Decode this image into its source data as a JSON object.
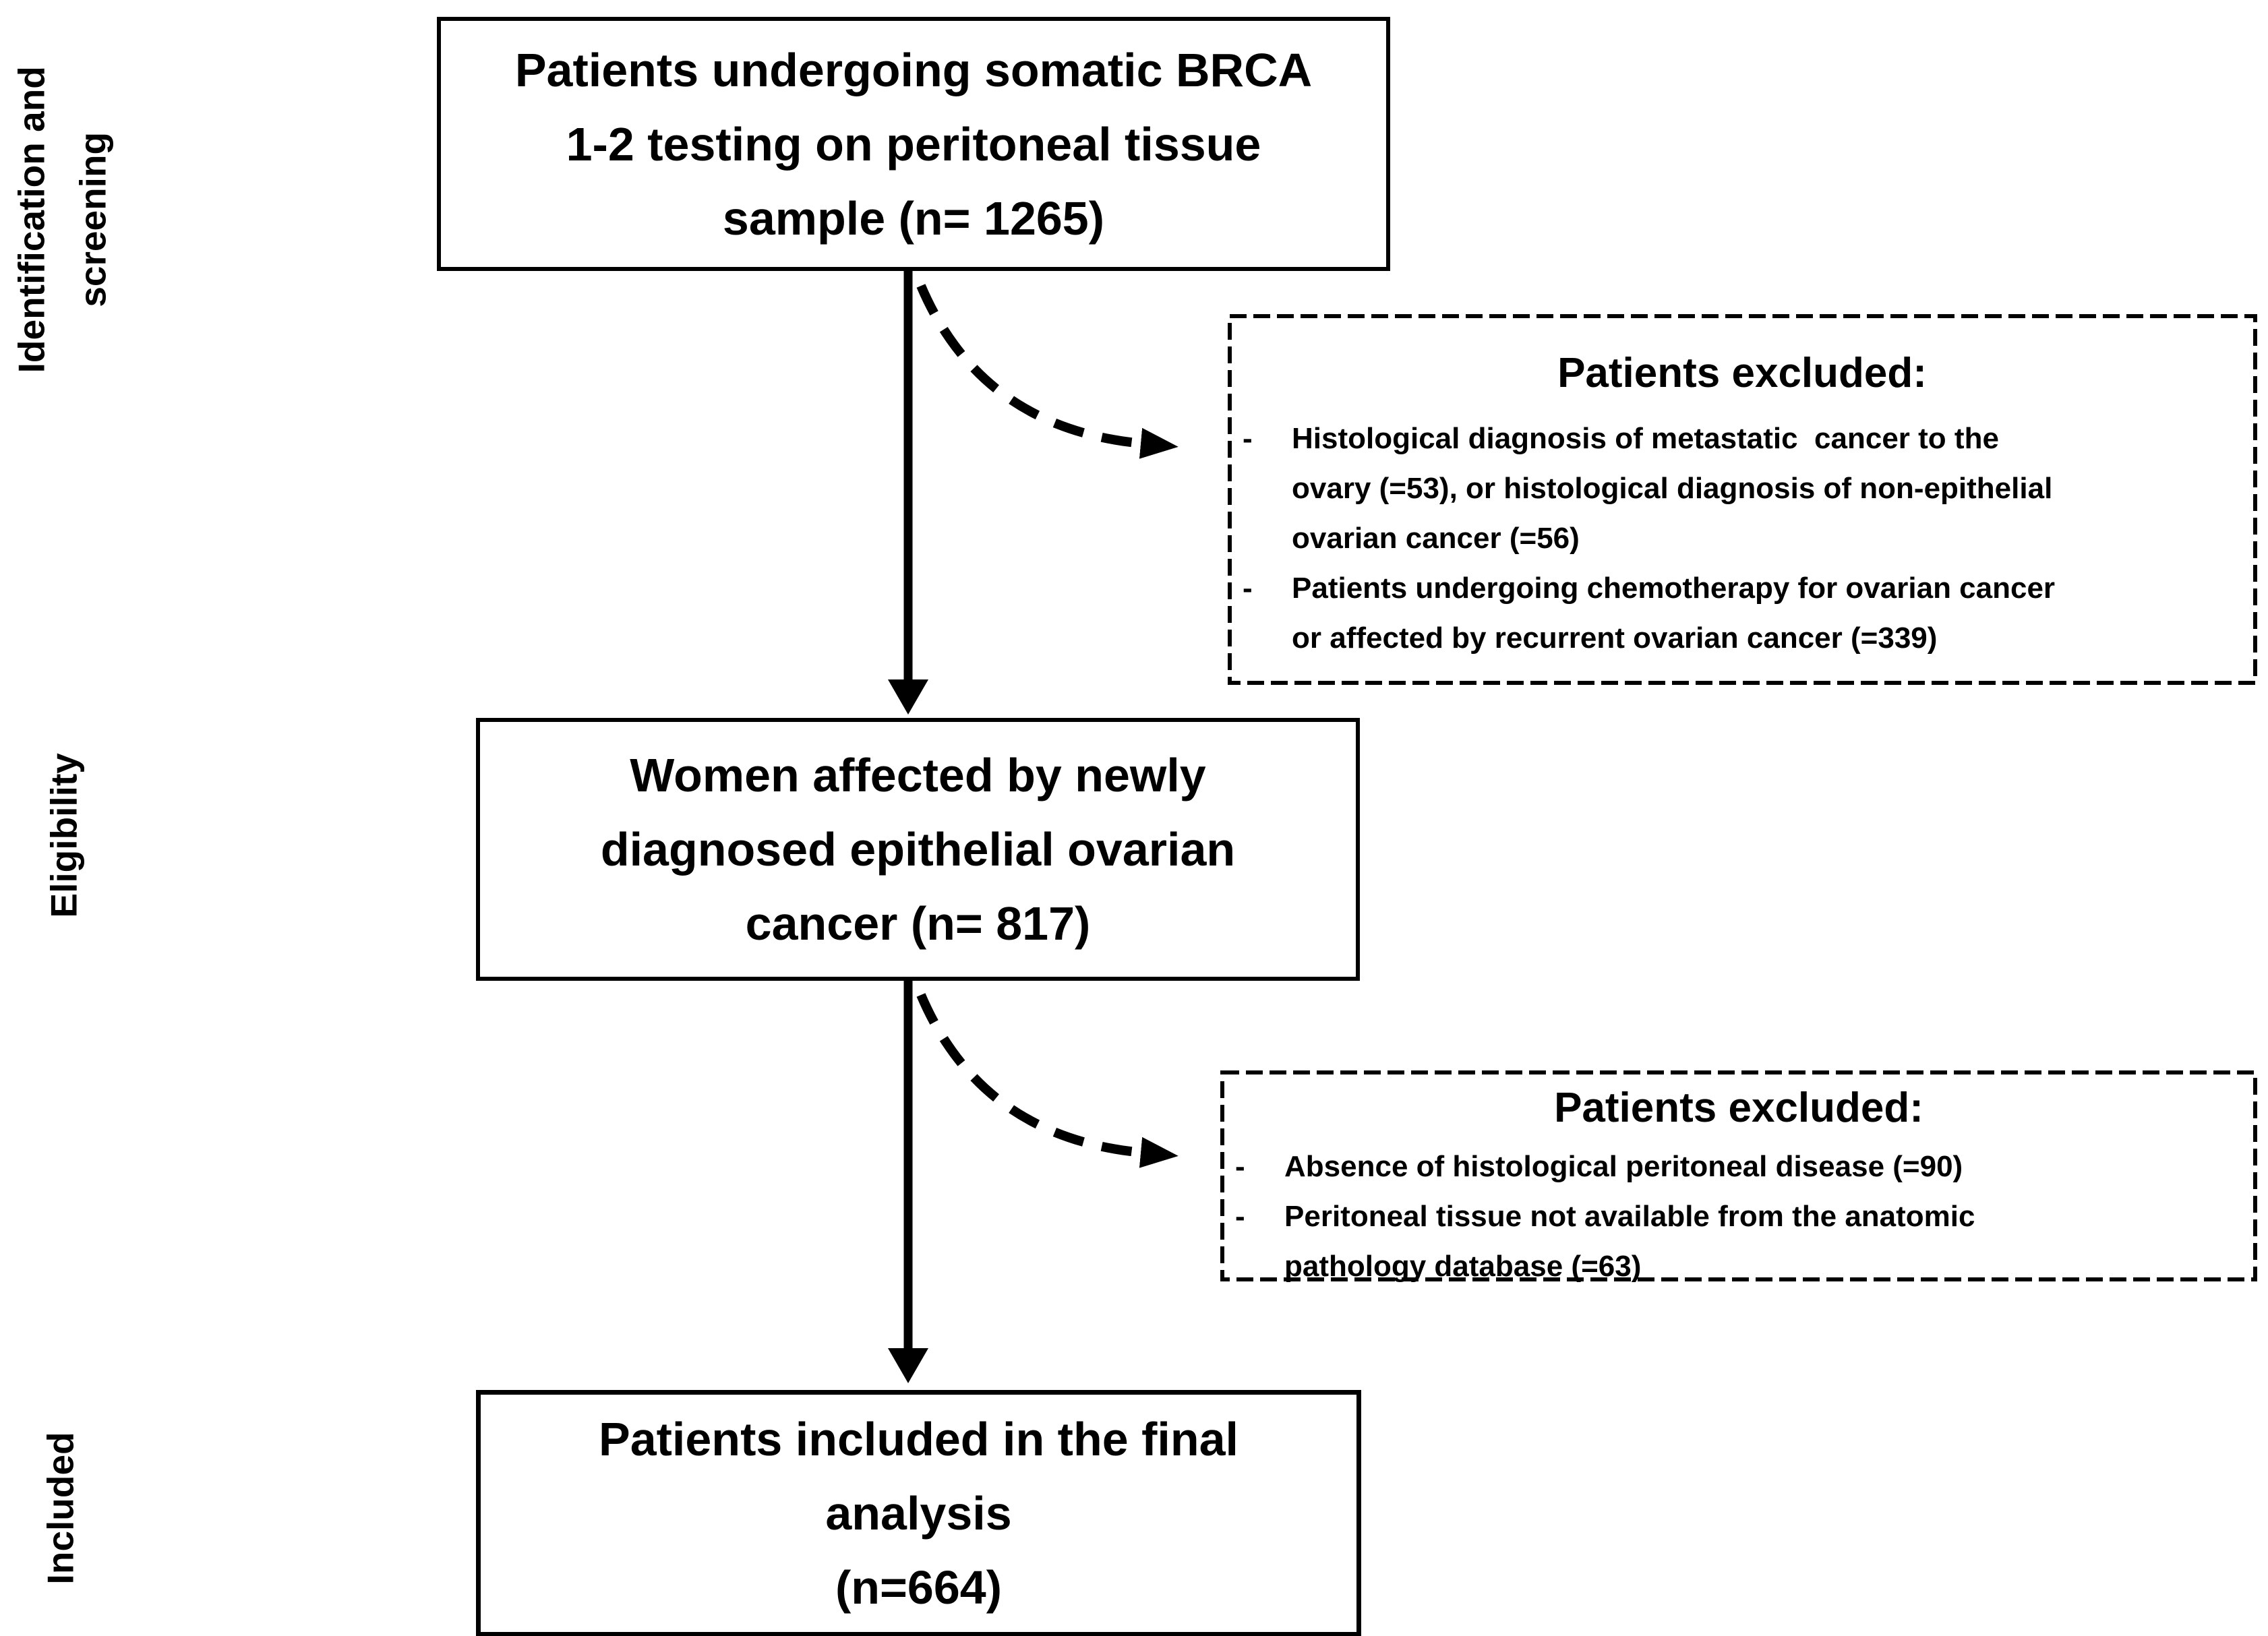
{
  "figure": {
    "background_color": "#ffffff",
    "stroke_color": "#000000",
    "stages": {
      "identification": {
        "label": [
          "Identification and",
          "screening"
        ]
      },
      "eligibility": {
        "label": [
          "Eligibility"
        ]
      },
      "included": {
        "label": [
          "Included"
        ]
      }
    },
    "boxes": {
      "identification": {
        "lines": [
          "Patients undergoing somatic BRCA",
          "1-2 testing on peritoneal tissue"
        ],
        "n_prefix": "sample (n= ",
        "n_value": "1265",
        "n_suffix": ")"
      },
      "excluded1": {
        "title": "Patients excluded:",
        "items": [
          {
            "marker": "-",
            "lines": [
              "Histological diagnosis of metastatic  cancer to the",
              "ovary (=53), or histological diagnosis of non-epithelial",
              "ovarian cancer (=56)"
            ]
          },
          {
            "marker": "-",
            "lines": [
              "Patients undergoing chemotherapy for ovarian cancer",
              "or affected by recurrent ovarian cancer (=339)"
            ]
          }
        ]
      },
      "eligibility": {
        "lines": [
          "Women affected by newly",
          "diagnosed epithelial ovarian"
        ],
        "n_prefix": "cancer (n= ",
        "n_value": "817",
        "n_suffix": ")"
      },
      "excluded2": {
        "title": "Patients excluded:",
        "items": [
          {
            "marker": "-",
            "lines": [
              "Absence of histological peritoneal disease (=90)"
            ]
          },
          {
            "marker": "-",
            "lines": [
              "Peritoneal tissue not available from the anatomic",
              "pathology database (=63)"
            ]
          }
        ]
      },
      "included": {
        "lines": [
          "Patients included in the final",
          "analysis"
        ],
        "n_prefix": "(n=",
        "n_value": "664",
        "n_suffix": ")"
      }
    }
  }
}
